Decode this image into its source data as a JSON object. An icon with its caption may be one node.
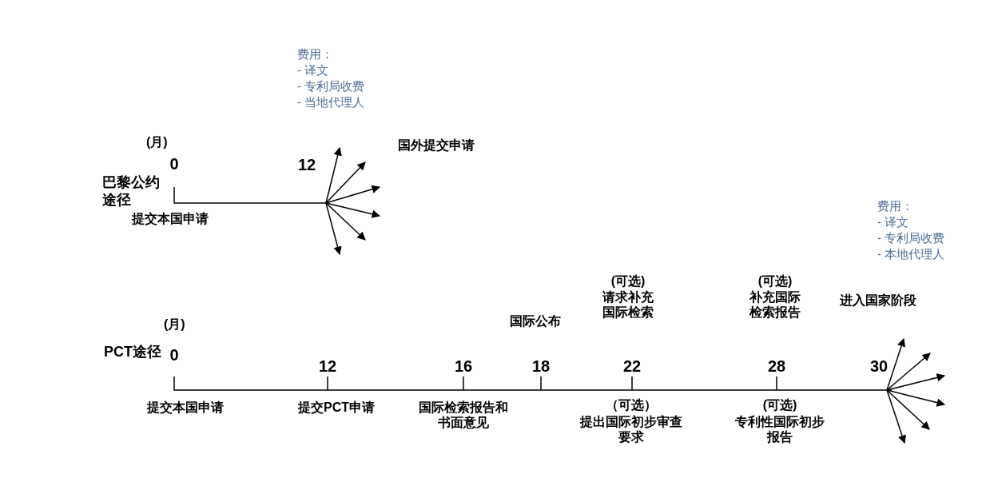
{
  "diagram": {
    "labels": [
      "费用：",
      "- 译文",
      "- 专利局收费",
      "- 当地代理人",
      "(月)",
      "国外提交申请",
      "0",
      "12",
      "巴黎公约途径",
      "提交本国申请",
      "费用：",
      "- 译文",
      "- 专利局收费",
      "- 本地代理人",
      "(可选)",
      "请求补充国际检索",
      "(可选)",
      "补充国际检索报告",
      "进入国家阶段",
      "(月)",
      "国际公布",
      "PCT途径",
      "0",
      "12",
      "16",
      "18",
      "22",
      "28",
      "30",
      "提交本国申请",
      "提交PCT申请",
      "国际检索报告和书面意见",
      "（可选）",
      "提出国际初步审查要求",
      "(可选)",
      "专利性国际初步报告"
    ]
  }
}
